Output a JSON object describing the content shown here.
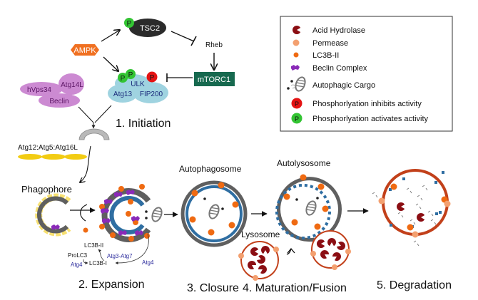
{
  "title": "Autophagy pathway",
  "colors": {
    "ampk": "#f07021",
    "tsc2": "#2b2b2b",
    "mtorc1": "#17694f",
    "ulk_complex": "#9fd3e0",
    "beclin_complex": "#cc8ad2",
    "membrane_gray": "#5f5f5f",
    "membrane_blue": "#2f6ea2",
    "lc3b": "#ef6a12",
    "permease": "#f3a070",
    "acid_hydrolase": "#8b0e13",
    "beclin_marker": "#8a2ab8",
    "atg12_yellow": "#f2cc13",
    "lysosome_ring": "#c2401a",
    "p_red": "#e41313",
    "p_green": "#33c433",
    "atg_text_blue": "#2a2a9c"
  },
  "signaling": {
    "ampk": "AMPK",
    "tsc2": "TSC2",
    "rheb": "Rheb",
    "mtorc1": "mTORC1",
    "ulk": "ULK",
    "atg13": "Atg13",
    "fip200": "FIP200",
    "hvps34": "hVps34",
    "atg14l": "Atg14L",
    "beclin": "Beclin",
    "p": "P",
    "atg12_complex": "Atg12:Atg5:Atg16L"
  },
  "stages": [
    {
      "label": "1. Initiation"
    },
    {
      "label": "2. Expansion"
    },
    {
      "label": "3. Closure"
    },
    {
      "label": "4. Maturation/Fusion"
    },
    {
      "label": "5. Degradation"
    }
  ],
  "structures": {
    "phagophore": "Phagophore",
    "autophagosome": "Autophagosome",
    "autolysosome": "Autolysosome",
    "lysosome": "Lysosome"
  },
  "lc3_cycle": {
    "lc3b_ii": "LC3B-II",
    "prolc3": "ProLC3",
    "lc3b_i": "LC3B-I",
    "atg3_atg7": "Atg3-Atg7",
    "atg4_left": "Atg4",
    "atg4_right": "Atg4"
  },
  "legend": {
    "items": [
      {
        "icon": "acid-hydrolase-icon",
        "label": "Acid Hydrolase"
      },
      {
        "icon": "permease-icon",
        "label": "Permease"
      },
      {
        "icon": "lc3b-ii-icon",
        "label": "LC3B-II"
      },
      {
        "icon": "beclin-complex-icon",
        "label": "Beclin Complex"
      },
      {
        "icon": "autophagic-cargo-icon",
        "label": "Autophagic Cargo"
      },
      {
        "icon": "phospho-inhibit-icon",
        "label": "Phosphorlyation inhibits activity"
      },
      {
        "icon": "phospho-activate-icon",
        "label": "Phosphorlyation activates activity"
      }
    ]
  }
}
